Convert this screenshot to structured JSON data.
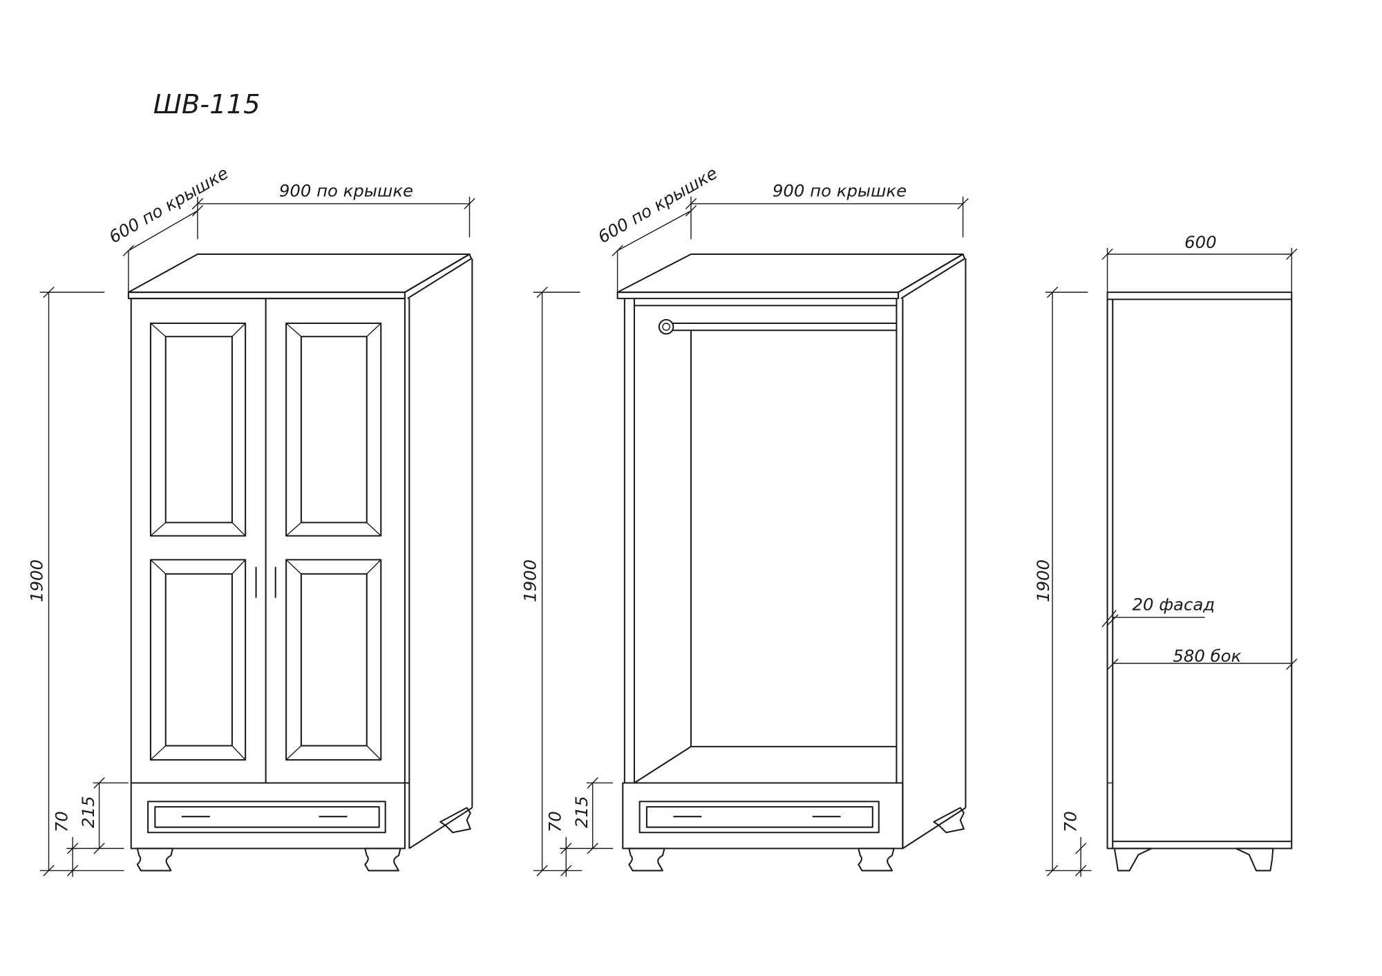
{
  "title": "ШВ-115",
  "views": {
    "closed": {
      "width_label": "900 по крышке",
      "depth_label": "600 по крышке",
      "height_label": "1900",
      "drawer_label": "215",
      "leg_label": "70"
    },
    "open": {
      "width_label": "900 по крышке",
      "depth_label": "600 по крышке",
      "height_label": "1900",
      "drawer_label": "215",
      "leg_label": "70"
    },
    "side": {
      "depth_label": "600",
      "facade_label": "20 фасад",
      "side_label": "580 бок",
      "height_label": "1900",
      "leg_label": "70"
    }
  },
  "colors": {
    "line": "#1a1a1a",
    "background": "#ffffff"
  }
}
